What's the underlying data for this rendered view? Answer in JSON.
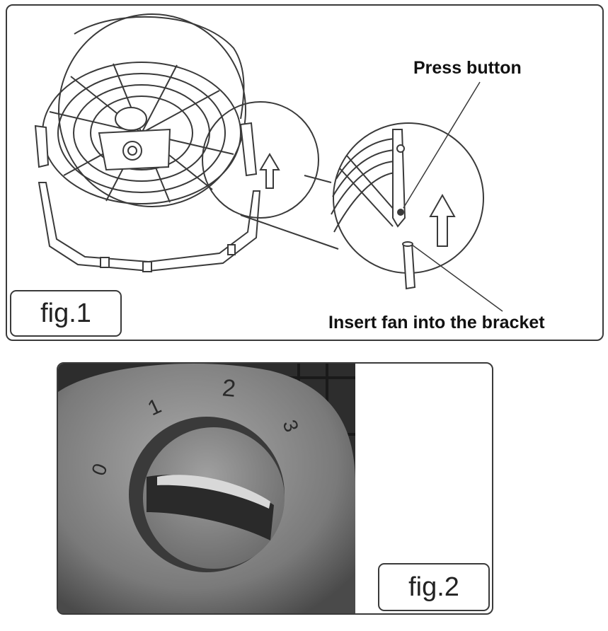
{
  "fig1": {
    "label": "fig.1",
    "callouts": {
      "press_button": "Press button",
      "insert_fan": "Insert fan into the bracket"
    }
  },
  "fig2": {
    "label": "fig.2",
    "dial_numbers": [
      "0",
      "1",
      "2",
      "3"
    ]
  },
  "colors": {
    "line": "#3a3a3a",
    "photo_bg": "#2b2b2b",
    "knob": "#8a8a8a"
  }
}
